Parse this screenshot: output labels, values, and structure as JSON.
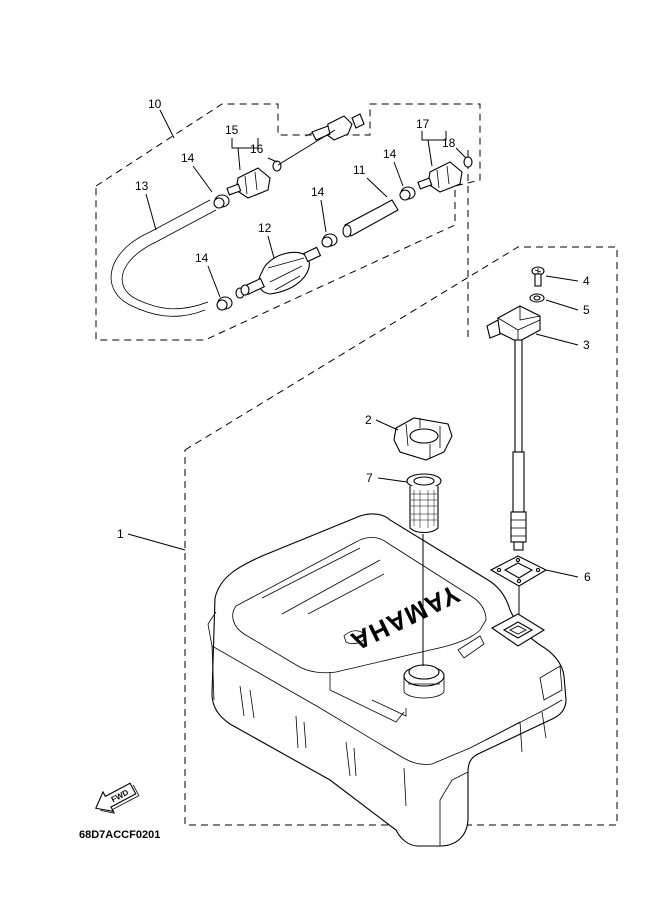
{
  "diagram": {
    "drawing_code": "68D7ACCF0201",
    "direction_label": "FWD",
    "brand_mark": "YAMAHA",
    "callouts": [
      "1",
      "2",
      "3",
      "4",
      "5",
      "6",
      "7",
      "10",
      "11",
      "12",
      "13",
      "14",
      "14",
      "14",
      "14",
      "15",
      "16",
      "17",
      "18"
    ]
  }
}
